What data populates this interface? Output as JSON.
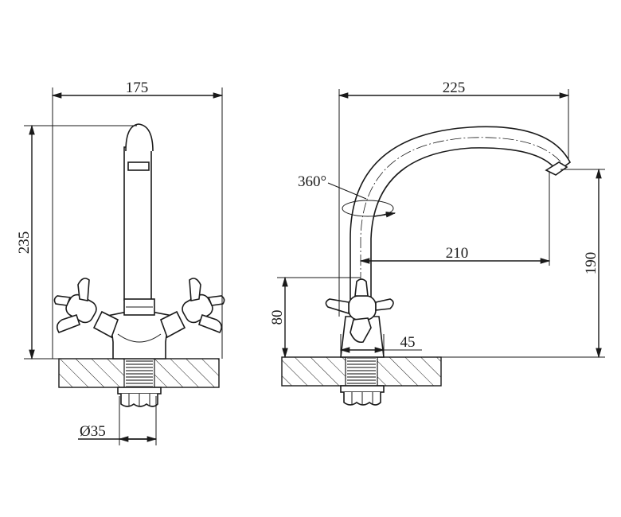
{
  "front_view": {
    "width_dim": "175",
    "height_dim": "235",
    "diameter_dim": "Ø35"
  },
  "side_view": {
    "reach_dim": "225",
    "rotation_label": "360°",
    "spout_reach_dim": "210",
    "spout_height_dim": "190",
    "handle_height_dim": "80",
    "base_dim": "45"
  }
}
